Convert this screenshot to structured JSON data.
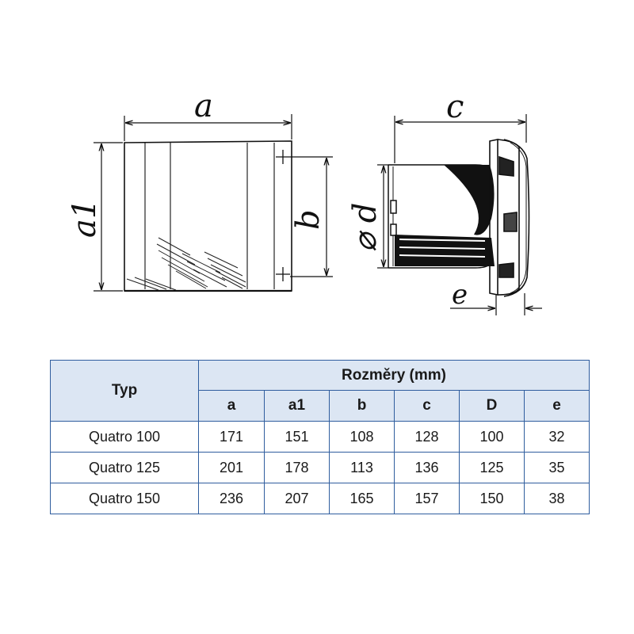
{
  "drawing": {
    "front_view": {
      "width_label": "a",
      "height_label": "a1",
      "mount_spacing_label": "b"
    },
    "side_view": {
      "depth_label": "c",
      "diameter_label": "⌀ d",
      "offset_label": "e"
    }
  },
  "table": {
    "type_header": "Typ",
    "dimensions_header": "Rozměry (mm)",
    "columns": [
      "a",
      "a1",
      "b",
      "c",
      "D",
      "e"
    ],
    "rows": [
      {
        "type": "Quatro 100",
        "values": [
          "171",
          "151",
          "108",
          "128",
          "100",
          "32"
        ]
      },
      {
        "type": "Quatro 125",
        "values": [
          "201",
          "178",
          "113",
          "136",
          "125",
          "35"
        ]
      },
      {
        "type": "Quatro 150",
        "values": [
          "236",
          "207",
          "165",
          "157",
          "150",
          "38"
        ]
      }
    ]
  }
}
